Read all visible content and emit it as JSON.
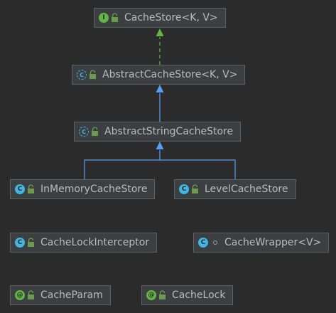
{
  "nodes": {
    "cachestore": {
      "label": "CacheStore<K, V>",
      "kind": "interface",
      "badge": "I"
    },
    "abstractcachestore": {
      "label": "AbstractCacheStore<K, V>",
      "kind": "abstract",
      "badge": "C"
    },
    "abstractstringcachestore": {
      "label": "AbstractStringCacheStore",
      "kind": "abstract",
      "badge": "C"
    },
    "inmemorycachestore": {
      "label": "InMemoryCacheStore",
      "kind": "class",
      "badge": "C"
    },
    "levelcachestore": {
      "label": "LevelCacheStore",
      "kind": "class",
      "badge": "C"
    },
    "cachelockinterceptor": {
      "label": "CacheLockInterceptor",
      "kind": "class",
      "badge": "C"
    },
    "cachewrapper": {
      "label": "CacheWrapper<V>",
      "kind": "class",
      "badge": "C"
    },
    "cacheparam": {
      "label": "CacheParam",
      "kind": "annotation",
      "badge": "@"
    },
    "cachelock": {
      "label": "CacheLock",
      "kind": "annotation",
      "badge": "@"
    }
  },
  "edges": [
    {
      "from": "abstractcachestore",
      "to": "cachestore",
      "type": "implements"
    },
    {
      "from": "abstractstringcachestore",
      "to": "abstractcachestore",
      "type": "extends"
    },
    {
      "from": "inmemorycachestore",
      "to": "abstractstringcachestore",
      "type": "extends"
    },
    {
      "from": "levelcachestore",
      "to": "abstractstringcachestore",
      "type": "extends"
    }
  ],
  "colors": {
    "background": "#2b2b2b",
    "node_fill": "#3c3f41",
    "node_border": "#5e6162",
    "text": "#bbbbbb",
    "implements_edge": "#62b543",
    "extends_edge": "#589df6",
    "class_badge": "#40b6e0",
    "interface_badge": "#62b543"
  }
}
